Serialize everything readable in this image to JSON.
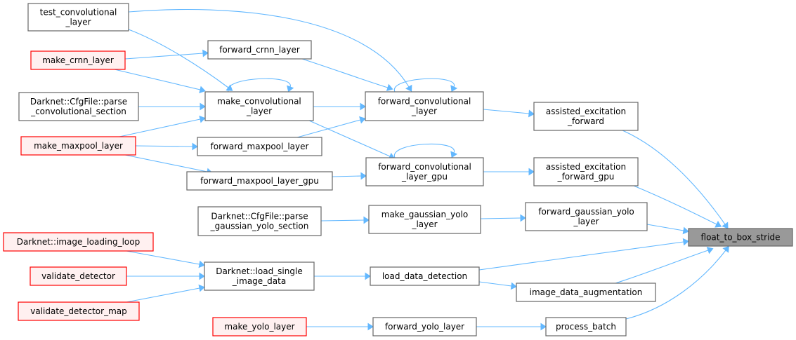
{
  "diagram": {
    "title": "float_to_box_stride caller graph",
    "colors": {
      "edge": "#63b8ff",
      "node_border": "#666666",
      "external_border": "#ff0000",
      "external_fill": "#fff0f0",
      "focus_fill": "#999999"
    },
    "nodes": [
      {
        "id": "test_conv",
        "lines": [
          "test_convolutional",
          "_layer"
        ],
        "style": "normal"
      },
      {
        "id": "make_crnn",
        "lines": [
          "make_crnn_layer"
        ],
        "style": "ext"
      },
      {
        "id": "parse_conv",
        "lines": [
          "Darknet::CfgFile::parse",
          "_convolutional_section"
        ],
        "style": "normal"
      },
      {
        "id": "make_maxpool",
        "lines": [
          "make_maxpool_layer"
        ],
        "style": "ext"
      },
      {
        "id": "fwd_crnn",
        "lines": [
          "forward_crnn_layer"
        ],
        "style": "normal"
      },
      {
        "id": "make_conv",
        "lines": [
          "make_convolutional",
          "_layer"
        ],
        "style": "normal"
      },
      {
        "id": "fwd_maxpool",
        "lines": [
          "forward_maxpool_layer"
        ],
        "style": "normal"
      },
      {
        "id": "fwd_maxpool_gpu",
        "lines": [
          "forward_maxpool_layer_gpu"
        ],
        "style": "normal"
      },
      {
        "id": "fwd_conv",
        "lines": [
          "forward_convolutional",
          "_layer"
        ],
        "style": "normal"
      },
      {
        "id": "fwd_conv_gpu",
        "lines": [
          "forward_convolutional",
          "_layer_gpu"
        ],
        "style": "normal"
      },
      {
        "id": "ae_fwd",
        "lines": [
          "assisted_excitation",
          "_forward"
        ],
        "style": "normal"
      },
      {
        "id": "ae_fwd_gpu",
        "lines": [
          "assisted_excitation",
          "_forward_gpu"
        ],
        "style": "normal"
      },
      {
        "id": "parse_gauss",
        "lines": [
          "Darknet::CfgFile::parse",
          "_gaussian_yolo_section"
        ],
        "style": "normal"
      },
      {
        "id": "make_gauss",
        "lines": [
          "make_gaussian_yolo",
          "_layer"
        ],
        "style": "normal"
      },
      {
        "id": "fwd_gauss",
        "lines": [
          "forward_gaussian_yolo",
          "_layer"
        ],
        "style": "normal"
      },
      {
        "id": "focus",
        "lines": [
          "float_to_box_stride"
        ],
        "style": "focus"
      },
      {
        "id": "img_loop",
        "lines": [
          "Darknet::image_loading_loop"
        ],
        "style": "ext"
      },
      {
        "id": "val_det",
        "lines": [
          "validate_detector"
        ],
        "style": "ext"
      },
      {
        "id": "val_det_map",
        "lines": [
          "validate_detector_map"
        ],
        "style": "ext"
      },
      {
        "id": "load_single",
        "lines": [
          "Darknet::load_single",
          "_image_data"
        ],
        "style": "normal"
      },
      {
        "id": "load_det",
        "lines": [
          "load_data_detection"
        ],
        "style": "normal"
      },
      {
        "id": "img_aug",
        "lines": [
          "image_data_augmentation"
        ],
        "style": "normal"
      },
      {
        "id": "make_yolo",
        "lines": [
          "make_yolo_layer"
        ],
        "style": "ext"
      },
      {
        "id": "fwd_yolo",
        "lines": [
          "forward_yolo_layer"
        ],
        "style": "normal"
      },
      {
        "id": "proc_batch",
        "lines": [
          "process_batch"
        ],
        "style": "normal"
      }
    ],
    "edges": [
      {
        "from": "test_conv",
        "to": "make_conv"
      },
      {
        "from": "test_conv",
        "to": "fwd_conv"
      },
      {
        "from": "make_crnn",
        "to": "fwd_crnn"
      },
      {
        "from": "make_crnn",
        "to": "make_conv"
      },
      {
        "from": "parse_conv",
        "to": "make_conv"
      },
      {
        "from": "make_maxpool",
        "to": "make_conv"
      },
      {
        "from": "make_maxpool",
        "to": "fwd_maxpool"
      },
      {
        "from": "make_maxpool",
        "to": "fwd_maxpool_gpu"
      },
      {
        "from": "make_conv",
        "to": "make_conv"
      },
      {
        "from": "make_conv",
        "to": "fwd_conv"
      },
      {
        "from": "make_conv",
        "to": "fwd_conv_gpu"
      },
      {
        "from": "fwd_crnn",
        "to": "fwd_conv"
      },
      {
        "from": "fwd_maxpool",
        "to": "fwd_conv"
      },
      {
        "from": "fwd_maxpool_gpu",
        "to": "fwd_conv_gpu"
      },
      {
        "from": "fwd_conv",
        "to": "fwd_conv"
      },
      {
        "from": "fwd_conv_gpu",
        "to": "fwd_conv_gpu"
      },
      {
        "from": "fwd_conv",
        "to": "ae_fwd"
      },
      {
        "from": "fwd_conv_gpu",
        "to": "ae_fwd_gpu"
      },
      {
        "from": "ae_fwd",
        "to": "focus"
      },
      {
        "from": "ae_fwd_gpu",
        "to": "focus"
      },
      {
        "from": "parse_gauss",
        "to": "make_gauss"
      },
      {
        "from": "make_gauss",
        "to": "fwd_gauss"
      },
      {
        "from": "fwd_gauss",
        "to": "focus"
      },
      {
        "from": "img_loop",
        "to": "load_single"
      },
      {
        "from": "val_det",
        "to": "load_single"
      },
      {
        "from": "val_det_map",
        "to": "load_single"
      },
      {
        "from": "load_single",
        "to": "load_det"
      },
      {
        "from": "load_det",
        "to": "focus"
      },
      {
        "from": "load_det",
        "to": "img_aug"
      },
      {
        "from": "img_aug",
        "to": "focus"
      },
      {
        "from": "make_yolo",
        "to": "fwd_yolo"
      },
      {
        "from": "fwd_yolo",
        "to": "proc_batch"
      },
      {
        "from": "proc_batch",
        "to": "focus"
      }
    ]
  }
}
